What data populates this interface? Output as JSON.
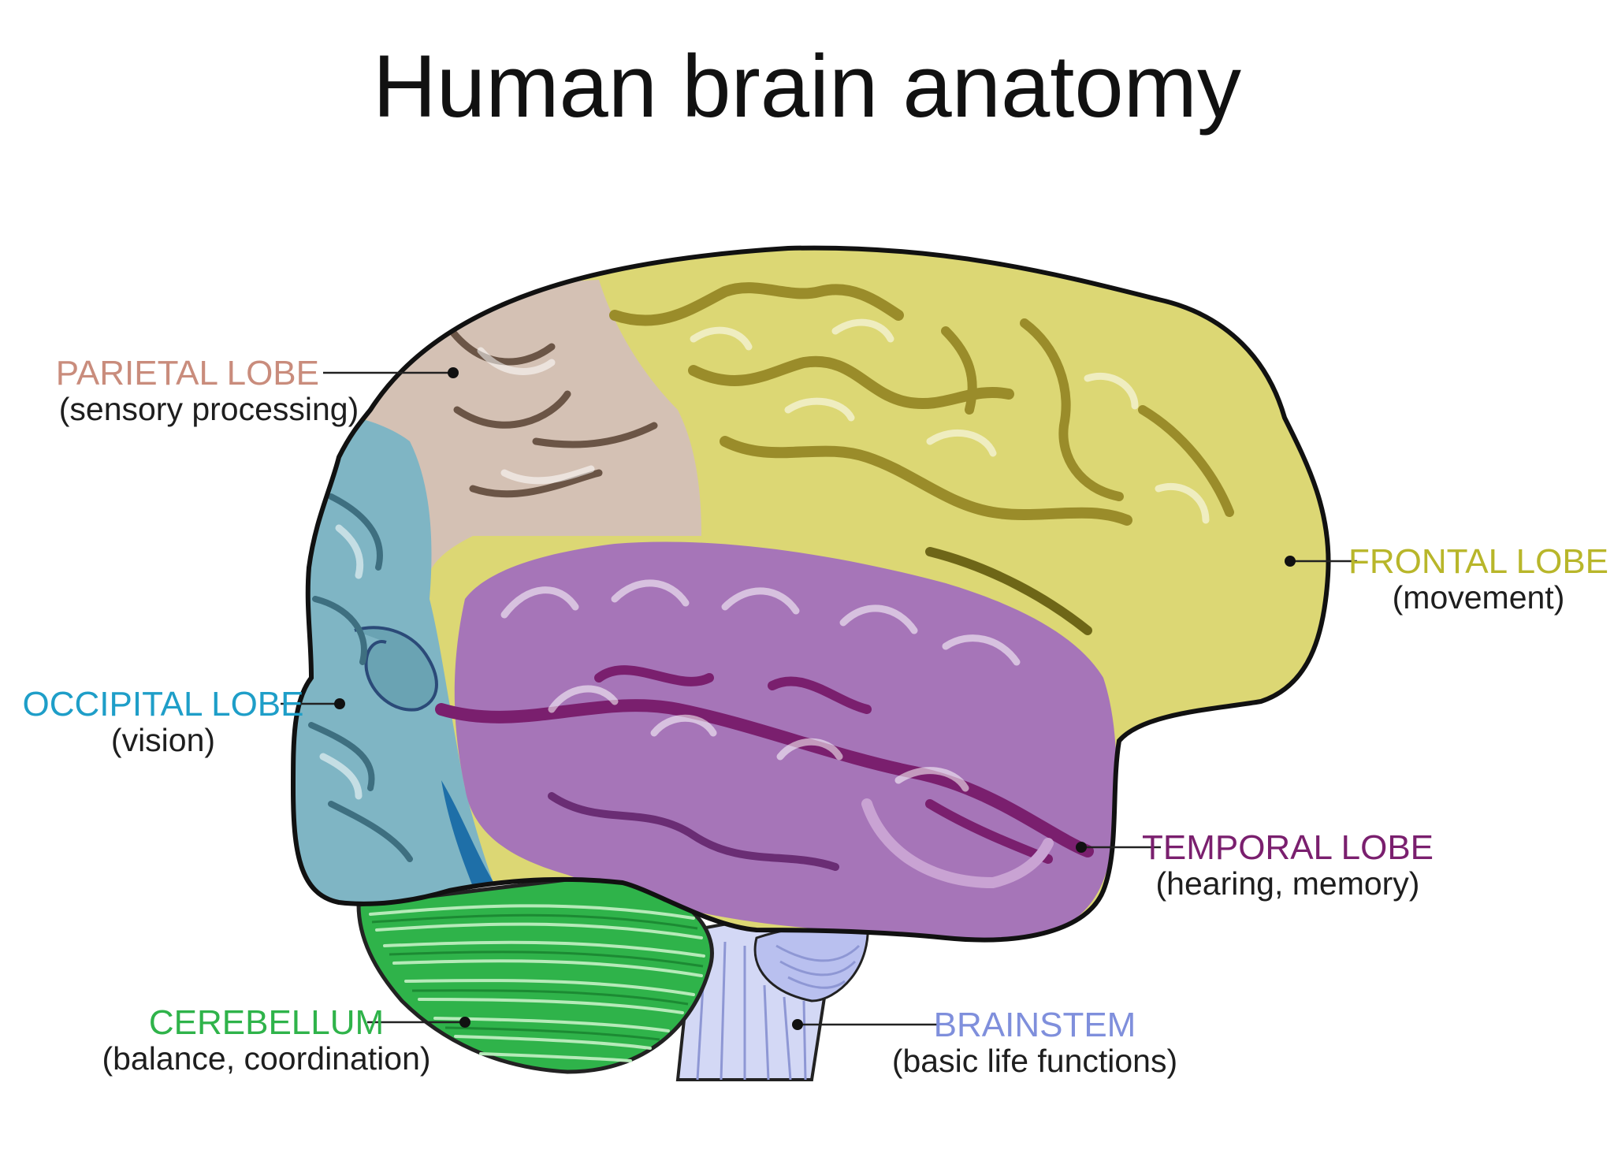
{
  "title": "Human brain anatomy",
  "colors": {
    "parietal": "#c98c7c",
    "frontal": "#b8b62a",
    "occipital": "#1e9ec8",
    "temporal": "#7a1f6e",
    "cerebellum": "#2fb34a",
    "brainstem": "#7f8fdc"
  },
  "labels": {
    "parietal": {
      "name": "PARIETAL LOBE",
      "function": "(sensory processing)"
    },
    "frontal": {
      "name": "FRONTAL LOBE",
      "function": "(movement)"
    },
    "occipital": {
      "name": "OCCIPITAL LOBE",
      "function": "(vision)"
    },
    "temporal": {
      "name": "TEMPORAL LOBE",
      "function": "(hearing, memory)"
    },
    "cerebellum": {
      "name": "CEREBELLUM",
      "function": "(balance, coordination)"
    },
    "brainstem": {
      "name": "BRAINSTEM",
      "function": "(basic life functions)"
    }
  }
}
